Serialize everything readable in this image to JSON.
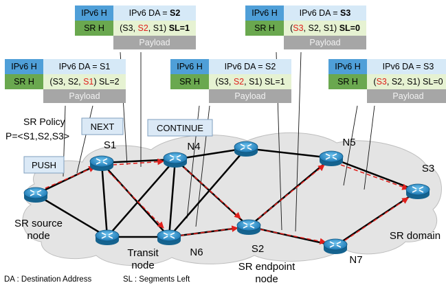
{
  "headers": {
    "h1": {
      "ipv6_tag": "IPv6 H",
      "srh_tag": "SR H",
      "payload": "Payload",
      "da_prefix": "IPv6 DA = ",
      "da_value": "S1",
      "da_bold": false,
      "seg_open": "(",
      "seg_list": [
        "S3",
        "S2",
        "S1"
      ],
      "seg_red": 2,
      "seg_close": ") ",
      "sl": "SL=2",
      "sl_bold": false
    },
    "h2": {
      "ipv6_tag": "IPv6 H",
      "srh_tag": "SR H",
      "payload": "Payload",
      "da_prefix": "IPv6 DA = ",
      "da_value": "S2",
      "da_bold": true,
      "seg_open": "(",
      "seg_list": [
        "S3",
        "S2",
        "S1"
      ],
      "seg_red": 1,
      "seg_close": ") ",
      "sl": "SL=1",
      "sl_bold": true
    },
    "h3": {
      "ipv6_tag": "IPv6 H",
      "srh_tag": "SR H",
      "payload": "Payload",
      "da_prefix": "IPv6 DA = ",
      "da_value": "S2",
      "da_bold": false,
      "seg_open": "(",
      "seg_list": [
        "S3",
        "S2",
        "S1"
      ],
      "seg_red": 1,
      "seg_close": ") ",
      "sl": "SL=1",
      "sl_bold": false
    },
    "h4": {
      "ipv6_tag": "IPv6 H",
      "srh_tag": "SR H",
      "payload": "Payload",
      "da_prefix": "IPv6 DA = ",
      "da_value": "S3",
      "da_bold": true,
      "seg_open": "(",
      "seg_list": [
        "S3",
        "S2",
        "S1"
      ],
      "seg_red": 0,
      "seg_close": ") ",
      "sl": "SL=0",
      "sl_bold": true
    },
    "h5": {
      "ipv6_tag": "IPv6 H",
      "srh_tag": "SR H",
      "payload": "Payload",
      "da_prefix": "IPv6 DA = ",
      "da_value": "S3",
      "da_bold": false,
      "seg_open": "(",
      "seg_list": [
        "S3",
        "S2",
        "S1"
      ],
      "seg_red": 0,
      "seg_close": ") ",
      "sl": "SL=0",
      "sl_bold": false
    }
  },
  "actions": {
    "push": "PUSH",
    "next": "NEXT",
    "continue": "CONTINUE"
  },
  "policy": {
    "line1": "SR Policy",
    "line2": "P=<S1,S2,S3>"
  },
  "nodes": {
    "s1": "S1",
    "n4": "N4",
    "n5": "N5",
    "s3": "S3",
    "s2": "S2",
    "n6": "N6",
    "n7": "N7"
  },
  "roles": {
    "source_line1": "SR source",
    "source_line2": "node",
    "transit_line1": "Transit",
    "transit_line2": "node",
    "endpoint_line1": "SR endpoint",
    "endpoint_line2": "node",
    "domain": "SR domain"
  },
  "legend": {
    "da": "DA : Destination Address",
    "sl": "SL : Segments Left"
  },
  "colors": {
    "ipv6_tag": "#4f9fd8",
    "srh_tag": "#6aa84f",
    "da_field": "#d6e9f7",
    "srh_field": "#e6f2d2",
    "payload": "#a6a6a6",
    "highlight": "#e0201c",
    "router": "#2a8fc9",
    "cloud": "#e4e4e4",
    "path": "#e0201c"
  }
}
